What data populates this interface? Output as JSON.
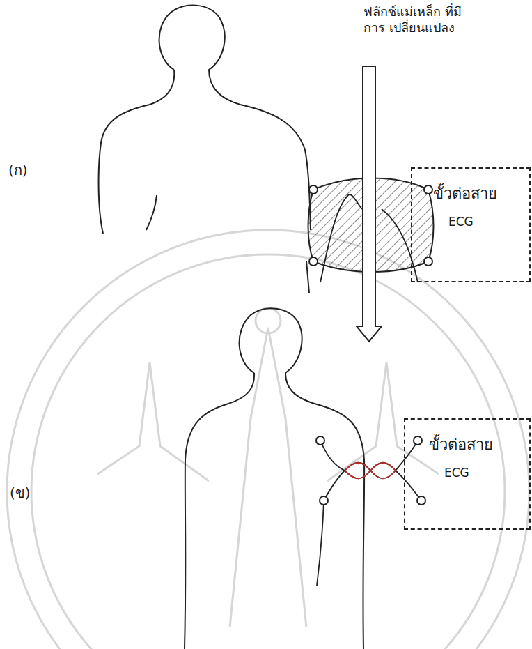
{
  "diagram": {
    "nodes": [
      {
        "text": [
          "ขั้วต่อสาย",
          "ECG"
        ]
      },
      {
        "text": [
          "ขั้วต่อสาย",
          "ECG"
        ]
      }
    ],
    "labels": [
      "(ก)",
      "ฟลักซ์แม่เหล็ก ที่มีการ เปลี่ยนแปลง",
      "(ข)"
    ]
  }
}
